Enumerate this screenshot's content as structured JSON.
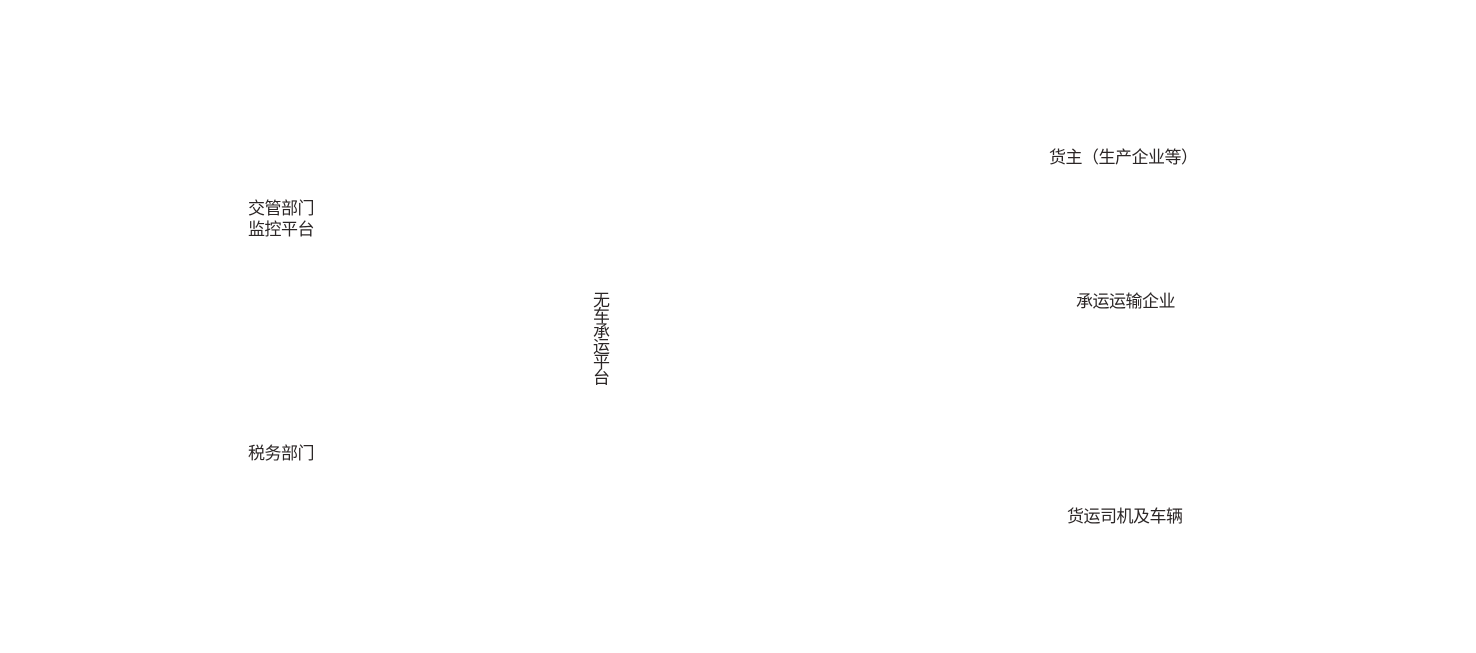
{
  "diagram": {
    "nodes": {
      "shipper": "货主（生产企业等）",
      "traffic_dept_line1": "交管部门",
      "traffic_dept_line2": "监控平台",
      "platform": "无车承运平台",
      "carrier": "承运运输企业",
      "tax_dept": "税务部门",
      "driver": "货运司机及车辆"
    },
    "text_color": "#2b2626",
    "background": "#ffffff"
  }
}
